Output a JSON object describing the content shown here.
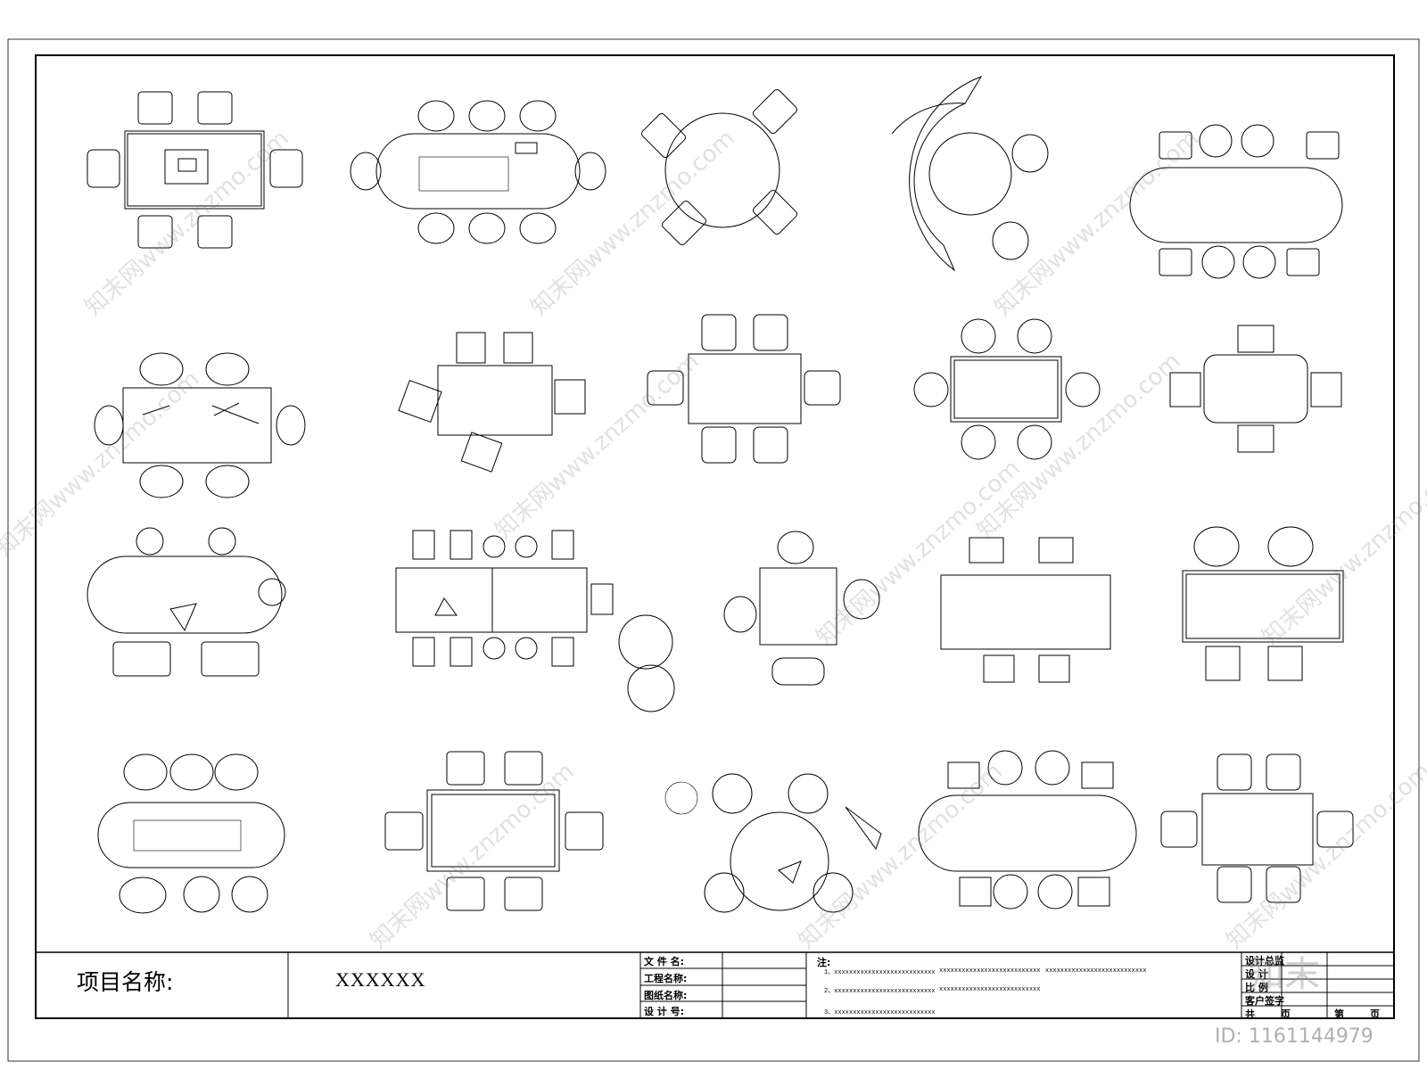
{
  "title_block": {
    "project_label": "项目名称:",
    "project_value": "XXXXXX",
    "fields": {
      "file_name": "文 件 名:",
      "project_name": "工程名称:",
      "drawing_name": "图纸名称:",
      "design_no": "设 计 号:"
    },
    "notes_label": "注:",
    "notes": [
      "1、xxxxxxxxxxxxxxxxxxxxxxxxxxx",
      "xxxxxxxxxxxxxxxxxxxxxxxxxxx",
      "xxxxxxxxxxxxxxxxxxxxxxxxxxx",
      "2、xxxxxxxxxxxxxxxxxxxxxxxxxxx",
      "xxxxxxxxxxxxxxxxxxxxxxxxxxx",
      "3、xxxxxxxxxxxxxxxxxxxxxxxxxxx"
    ],
    "right_labels": {
      "design_director": "设计总监",
      "design": "设 计",
      "scale": "比 例",
      "client_sign": "客户签字",
      "total": "共",
      "page_unit": "页",
      "page_no": "第",
      "page_unit2": "页"
    }
  },
  "watermark": {
    "text": "知末网www.znzmo.com",
    "logo": "知末",
    "id_label": "ID: 1161144979"
  },
  "colors": {
    "line": "#000000",
    "watermark": "#9a9a9a"
  }
}
